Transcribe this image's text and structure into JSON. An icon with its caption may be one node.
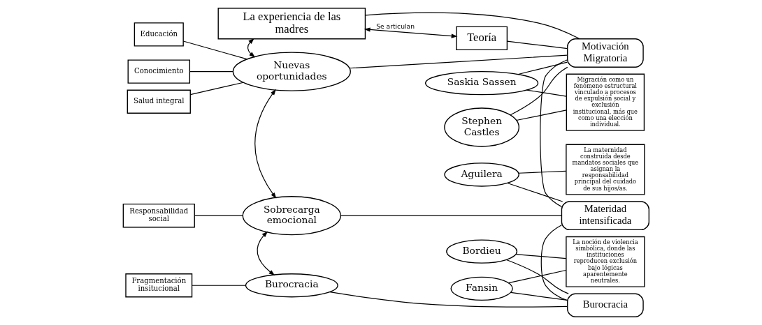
{
  "diagram": {
    "nodes": [
      {
        "text": [
          "La experiencia de las madres"
        ]
      },
      {
        "text": [
          "Teoría"
        ]
      },
      {
        "text": [
          "Salud integral"
        ]
      },
      {
        "text": [
          "Educación"
        ]
      },
      {
        "text": [
          "Conocimiento"
        ]
      },
      {
        "text": [
          "Nuevas oportunidades"
        ]
      },
      {
        "text": [
          "Motivación Migratoria"
        ]
      },
      {
        "text": [
          "Saskia Sassen"
        ]
      },
      {
        "text": [
          "Stephen Castles"
        ]
      },
      {
        "text": [
          "Migración como un fenómeno estructural vinculado a procesos de expulsión social y exclusión institucional, más que como una elección individual."
        ]
      },
      {
        "text": [
          "Responsabilidad social"
        ]
      },
      {
        "text": [
          "Sobrecarga emocional"
        ]
      },
      {
        "text": [
          "Materidad intensificada"
        ]
      },
      {
        "text": [
          "Aguilera"
        ]
      },
      {
        "text": [
          "La maternidad construida desde mandatos sociales que asignan la responsabilidad principal del cuidado de sus hijos/as."
        ]
      },
      {
        "text": [
          "Fragmentación insitucional"
        ]
      },
      {
        "text": [
          "Burocracia"
        ]
      },
      {
        "text": [
          "Burocracia"
        ]
      },
      {
        "text": [
          "Fansin"
        ]
      },
      {
        "text": [
          "Bordieu"
        ]
      },
      {
        "text": [
          "La noción de violencia simbólica, donde las instituciones reproducen exclusión bajo lógicas aparentemente neutrales."
        ]
      }
    ],
    "edges": [
      {
        "from": 0,
        "to": 1,
        "arrow": "both",
        "label": "Se articulan"
      },
      {
        "from": 0,
        "to": 5,
        "arrow": "both"
      },
      {
        "from": 0,
        "to": 6,
        "arrow": "none"
      },
      {
        "from": 1,
        "to": 6,
        "arrow": "none"
      },
      {
        "from": 2,
        "to": 5,
        "arrow": "none"
      },
      {
        "from": 3,
        "to": 5,
        "arrow": "none"
      },
      {
        "from": 4,
        "to": 5,
        "arrow": "none"
      },
      {
        "from": 5,
        "to": 6,
        "arrow": "none"
      },
      {
        "from": 6,
        "to": 7,
        "arrow": "none"
      },
      {
        "from": 6,
        "to": 8,
        "arrow": "none"
      },
      {
        "from": 7,
        "to": 9,
        "arrow": "none"
      },
      {
        "from": 8,
        "to": 9,
        "arrow": "none"
      },
      {
        "from": 5,
        "to": 11,
        "arrow": "both"
      },
      {
        "from": 10,
        "to": 11,
        "arrow": "none"
      },
      {
        "from": 11,
        "to": 12,
        "arrow": "none"
      },
      {
        "from": 6,
        "to": 12,
        "arrow": "none"
      },
      {
        "from": 12,
        "to": 13,
        "arrow": "none"
      },
      {
        "from": 13,
        "to": 14,
        "arrow": "none"
      },
      {
        "from": 11,
        "to": 16,
        "arrow": "both"
      },
      {
        "from": 15,
        "to": 16,
        "arrow": "none"
      },
      {
        "from": 16,
        "to": 17,
        "arrow": "none"
      },
      {
        "from": 12,
        "to": 17,
        "arrow": "none"
      },
      {
        "from": 17,
        "to": 18,
        "arrow": "none"
      },
      {
        "from": 17,
        "to": 19,
        "arrow": "none"
      },
      {
        "from": 18,
        "to": 20,
        "arrow": "none"
      },
      {
        "from": 19,
        "to": 20,
        "arrow": "none"
      }
    ]
  }
}
